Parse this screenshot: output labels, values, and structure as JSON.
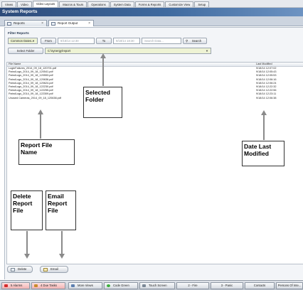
{
  "menu": {
    "tabs": [
      "Views",
      "Video",
      "Video Layouts",
      "Macros & Tours",
      "Operations",
      "System Data",
      "Forms & Reports",
      "Customize View",
      "Setup"
    ],
    "active_index": 2
  },
  "page_title": "System Reports",
  "doc_tabs": {
    "reports": "Reports",
    "report_output": "Report Output",
    "close_glyph": "×"
  },
  "filter": {
    "title": "Filter Reports",
    "dropdown_value": "Common Dates...",
    "from_label": "From",
    "from_value": "9/18/14 12:30",
    "to_label": "To",
    "to_value": "9/18/14 18:30",
    "search_placeholder": "Search Data...",
    "search_label": "Search",
    "select_folder_label": "Select Folder",
    "folder_path": "C:\\synergy\\report"
  },
  "file_list": {
    "col_name": "File Name",
    "col_modified": "Last Modified",
    "rows": [
      {
        "name": "LoginFailures_2014_09_18_120701.pdf",
        "modified": "9/18/14 12:07:02"
      },
      {
        "name": "PatrolLogs_2014_09_18_120541.pdf",
        "modified": "9/18/14 12:05:43"
      },
      {
        "name": "PatrolLogs_2014_09_18_120553.pdf",
        "modified": "9/18/14 12:05:53"
      },
      {
        "name": "PatrolLogs_2014_09_18_120636.pdf",
        "modified": "9/18/14 12:06:16"
      },
      {
        "name": "PatrolLogs_2014_09_18_120624.pdf",
        "modified": "9/18/14 12:06:24"
      },
      {
        "name": "PatrolLogs_2014_09_18_122230.pdf",
        "modified": "9/18/14 12:22:32"
      },
      {
        "name": "PatrolLogs_2014_09_18_122255.pdf",
        "modified": "9/18/14 12:22:56"
      },
      {
        "name": "PatrolLogs_2014_09_18_122309.pdf",
        "modified": "9/18/14 12:23:11"
      },
      {
        "name": "Unused Cameras_2014_09_18_120638.pdf",
        "modified": "9/18/14 12:06:38"
      }
    ]
  },
  "actions": {
    "delete_label": "Delete",
    "email_label": "Email"
  },
  "annotations": {
    "selected_folder": "Selected\nFolder",
    "report_file_name": "Report File\nName",
    "date_last_modified": "Date Last\nModified",
    "delete_report_file": "Delete\nReport\nFile",
    "email_report_file": "Email\nReport\nFile"
  },
  "taskbar": {
    "alarms": "5 Alarms",
    "due_tasks": "4 Due Tasks",
    "more_views": "More Views",
    "code_green": "Code Green",
    "touch_screen": "Touch Screen",
    "fire": "2 - Fire",
    "panic": "3 - Panic",
    "contacts": "Contacts",
    "persons_of_interest": "Persons Of Inte..."
  },
  "colors": {
    "title_banner": "#3f6a9f",
    "folder_field": "#eef3d4",
    "alarm_red": "#d52b2b",
    "code_green": "#3cae3c"
  }
}
